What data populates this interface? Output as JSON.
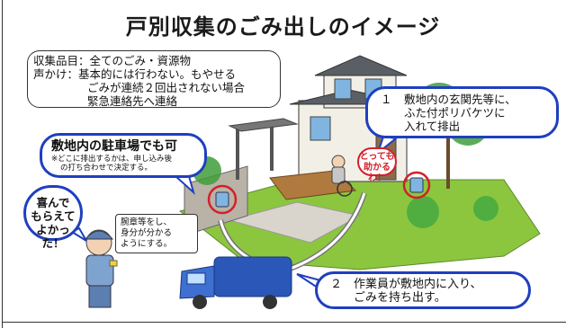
{
  "title": "戸別収集のごみ出しのイメージ",
  "info": {
    "items_label": "収集品目：",
    "items_value": "全てのごみ・資源物",
    "call_label": "声かけ：",
    "call_line1": "基本的には行わない。もやせる",
    "call_line2": "ごみが連続２回出されない場合",
    "call_line3": "緊急連絡先へ連絡"
  },
  "step1": {
    "number": "１",
    "line1": "敷地内の玄関先等に、",
    "line2": "ふた付ポリバケツに",
    "line3": "入れて排出"
  },
  "parking": {
    "main": "敷地内の駐車場でも可",
    "note1": "※どこに排出するかは、申し込み後",
    "note2": "の打ち合わせで決定する。"
  },
  "step2": {
    "number": "２",
    "line1": "作業員が敷地内に入り、",
    "line2": "ごみを持ち出す。"
  },
  "glad": {
    "line1": "喜んで",
    "line2": "もらえて",
    "line3": "よかった！"
  },
  "help": {
    "line1": "とっても",
    "line2": "助かるわ！"
  },
  "armband": {
    "line1": "腕章等をし、",
    "line2": "身分が分かる",
    "line3": "ようにする。"
  },
  "colors": {
    "bubble_border": "#1f3fbf",
    "highlight_circle": "#d2202a",
    "truck_blue": "#2a57b8",
    "lawn": "#8cc63f",
    "tree": "#3f9e3a",
    "house_wall": "#f2efe6",
    "roof": "#5a5f66"
  }
}
